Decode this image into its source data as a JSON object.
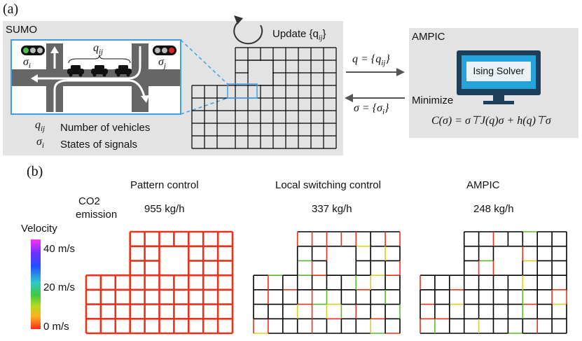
{
  "panel_a": {
    "label": "(a)",
    "sumo": {
      "title": "SUMO",
      "q_label": "q",
      "q_sub": "ij",
      "sigma_i": "σ",
      "sigma_i_sub": "i",
      "sigma_j": "σ",
      "sigma_j_sub": "j",
      "legend_q_sym": "q",
      "legend_q_sub": "ij",
      "legend_q_text": "Number of vehicles",
      "legend_s_sym": "σ",
      "legend_s_sub": "i",
      "legend_s_text": "States of signals",
      "update_text": "Update {q",
      "update_sub": "ij",
      "update_end": "}"
    },
    "arrows": {
      "top_left": "q = {q",
      "top_sub": "ij",
      "top_end": "}",
      "bottom_left": "σ = {σ",
      "bottom_sub": "i",
      "bottom_end": "}"
    },
    "ampic": {
      "title": "AMPIC",
      "screen_text": "Ising Solver",
      "minimize": "Minimize",
      "formula": "C(σ) = σ⊤J(q)σ + h(q)⊤σ"
    }
  },
  "panel_b": {
    "label": "(b)",
    "co2_line1": "CO2",
    "co2_line2": "emission",
    "velocity_label": "Velocity",
    "colorbar_ticks": [
      "40 m/s",
      "20 m/s",
      "0 m/s"
    ],
    "columns": [
      {
        "title": "Pattern control",
        "emission": "955 kg/h"
      },
      {
        "title": "Local switching control",
        "emission": "337 kg/h"
      },
      {
        "title": "AMPIC",
        "emission": "248 kg/h"
      }
    ],
    "colors": {
      "congested": "#e8321c",
      "free": "#000000",
      "slow_yellow": "#d8d020",
      "mid_green": "#5ab832"
    }
  }
}
